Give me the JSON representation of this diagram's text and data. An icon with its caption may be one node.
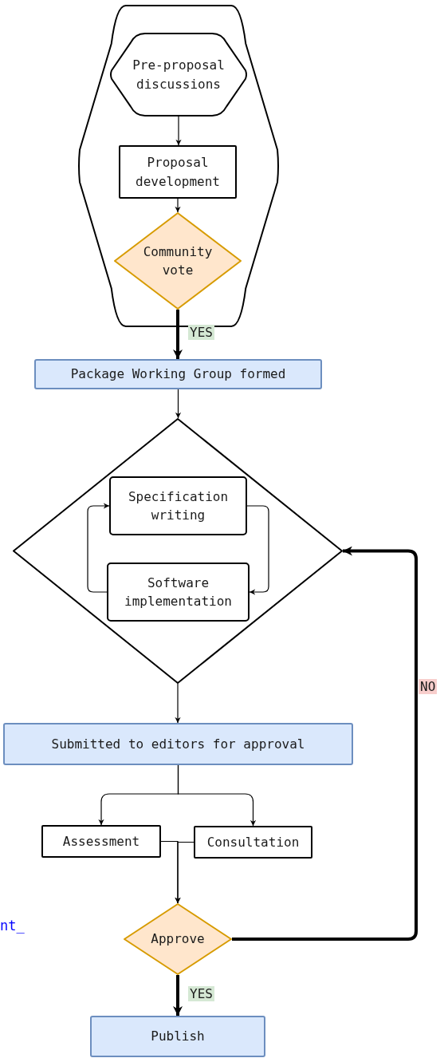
{
  "diagram": {
    "nodes": [
      {
        "text": [],
        "shape": "hexagon"
      },
      {
        "text": [
          "Pre-proposal discussions"
        ],
        "in": 0
      },
      {
        "text": [
          "Proposal development"
        ],
        "in": 0
      },
      {
        "text": [
          "Community vote"
        ],
        "in": 0
      },
      {
        "text": [
          "Package Working Group formed"
        ]
      },
      {
        "text": [],
        "shape": "diamond"
      },
      {
        "text": [
          "Specification writing"
        ],
        "in": 5
      },
      {
        "text": [
          "Software implementation"
        ],
        "in": 5
      },
      {
        "text": [
          "Submitted to editors for approval"
        ]
      },
      {
        "text": [
          "Assessment"
        ]
      },
      {
        "text": [
          "Consultation"
        ]
      },
      {
        "text": [
          "Approve"
        ]
      },
      {
        "text": [
          "Publish"
        ]
      }
    ],
    "edges": [
      {
        "from": 1,
        "to": 2,
        "arrow": "to"
      },
      {
        "from": 2,
        "to": 3,
        "arrow": "to"
      },
      {
        "from": 3,
        "to": 4,
        "arrow": "to",
        "label": "YES",
        "style": "thick"
      },
      {
        "from": 4,
        "to": 5,
        "arrow": "to"
      },
      {
        "from": 6,
        "to": 7,
        "arrow": "to"
      },
      {
        "from": 7,
        "to": 6,
        "arrow": "to"
      },
      {
        "from": 5,
        "to": 8,
        "arrow": "to"
      },
      {
        "from": 8,
        "to": 9,
        "arrow": "to"
      },
      {
        "from": 8,
        "to": 10,
        "arrow": "to"
      },
      {
        "from": 9,
        "to": 11,
        "arrow": "to"
      },
      {
        "from": 10,
        "to": 11,
        "arrow": "to"
      },
      {
        "from": 11,
        "to": 5,
        "arrow": "to",
        "label": "NO",
        "style": "thick"
      },
      {
        "from": 11,
        "to": 12,
        "arrow": "to",
        "label": "YES",
        "style": "thick"
      }
    ],
    "labels": [
      "nt_"
    ]
  }
}
